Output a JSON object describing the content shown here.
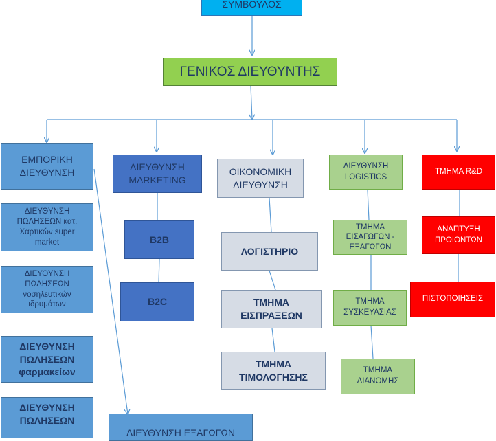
{
  "nodes": {
    "advisor": "ΣΥΜΒΟΥΛΟΣ",
    "gm": "ΓΕΝΙΚΟΣ ΔΙΕΥΘΥΝΤΗΣ",
    "commercial": "ΕΜΠΟΡΙΚΗ\nΔΙΕΥΘΥΝΣΗ",
    "sales_paper": "ΔΙΕΥΘΥΝΣΗ\nΠΩΛΗΣΕΩΝ κατ.\nΧαρτικών super\nmarket",
    "sales_hospitals": "ΔΙΕΥΘΥΝΣΗ\nΠΩΛΗΣΕΩΝ\nνοσηλευτικών\nιδρυμάτων",
    "sales_pharmacies": "ΔΙΕΥΘΥΝΣΗ\nΠΩΛΗΣΕΩΝ\nφαρμακείων",
    "sales_more": "ΔΙΕΥΘΥΝΣΗ\nΠΩΛΗΣΕΩΝ",
    "marketing": "ΔΙΕΥΘΥΝΣΗ\nMARKETING",
    "b2b": "B2B",
    "b2c": "B2C",
    "exports": "ΔΙΕΥΘΥΝΣΗ ΕΞΑΓΩΓΩΝ",
    "finance": "ΟΙΚΟΝΟΜΙΚΗ\nΔΙΕΥΘΥΝΣΗ",
    "accounting": "ΛΟΓΙΣΤΗΡΙΟ",
    "collections": "ΤΜΗΜΑ\nΕΙΣΠΡΑΞΕΩΝ",
    "invoicing": "ΤΜΗΜΑ\nΤΙΜΟΛΟΓΗΣΗΣ",
    "logistics": "ΔΙΕΥΘΥΝΣΗ\nLOGISTICS",
    "import_export": "ΤΜΗΜΑ\nΕΙΣΑΓΩΓΩΝ -\nΕΞΑΓΩΓΩΝ",
    "packaging": "ΤΜΗΜΑ\nΣΥΣΚΕΥΑΣΙΑΣ",
    "distribution": "ΤΜΗΜΑ\nΔΙΑΝΟΜΗΣ",
    "rnd": "ΤΜΗΜΑ R&D",
    "product_dev": "ΑΝΑΠΤΥΞΗ\nΠΡΟΙΟΝΤΩΝ",
    "certifications": "ΠΙΣΤΟΠΟΙΗΣΕΙΣ"
  },
  "colors": {
    "advisor": "#00b0f0",
    "gm": "#92d050",
    "commercial": "#5b9bd5",
    "marketing": "#4472c4",
    "finance": "#d6dce5",
    "logistics": "#a9d18e",
    "rnd": "#ff0000",
    "connector": "#5b9bd5"
  }
}
